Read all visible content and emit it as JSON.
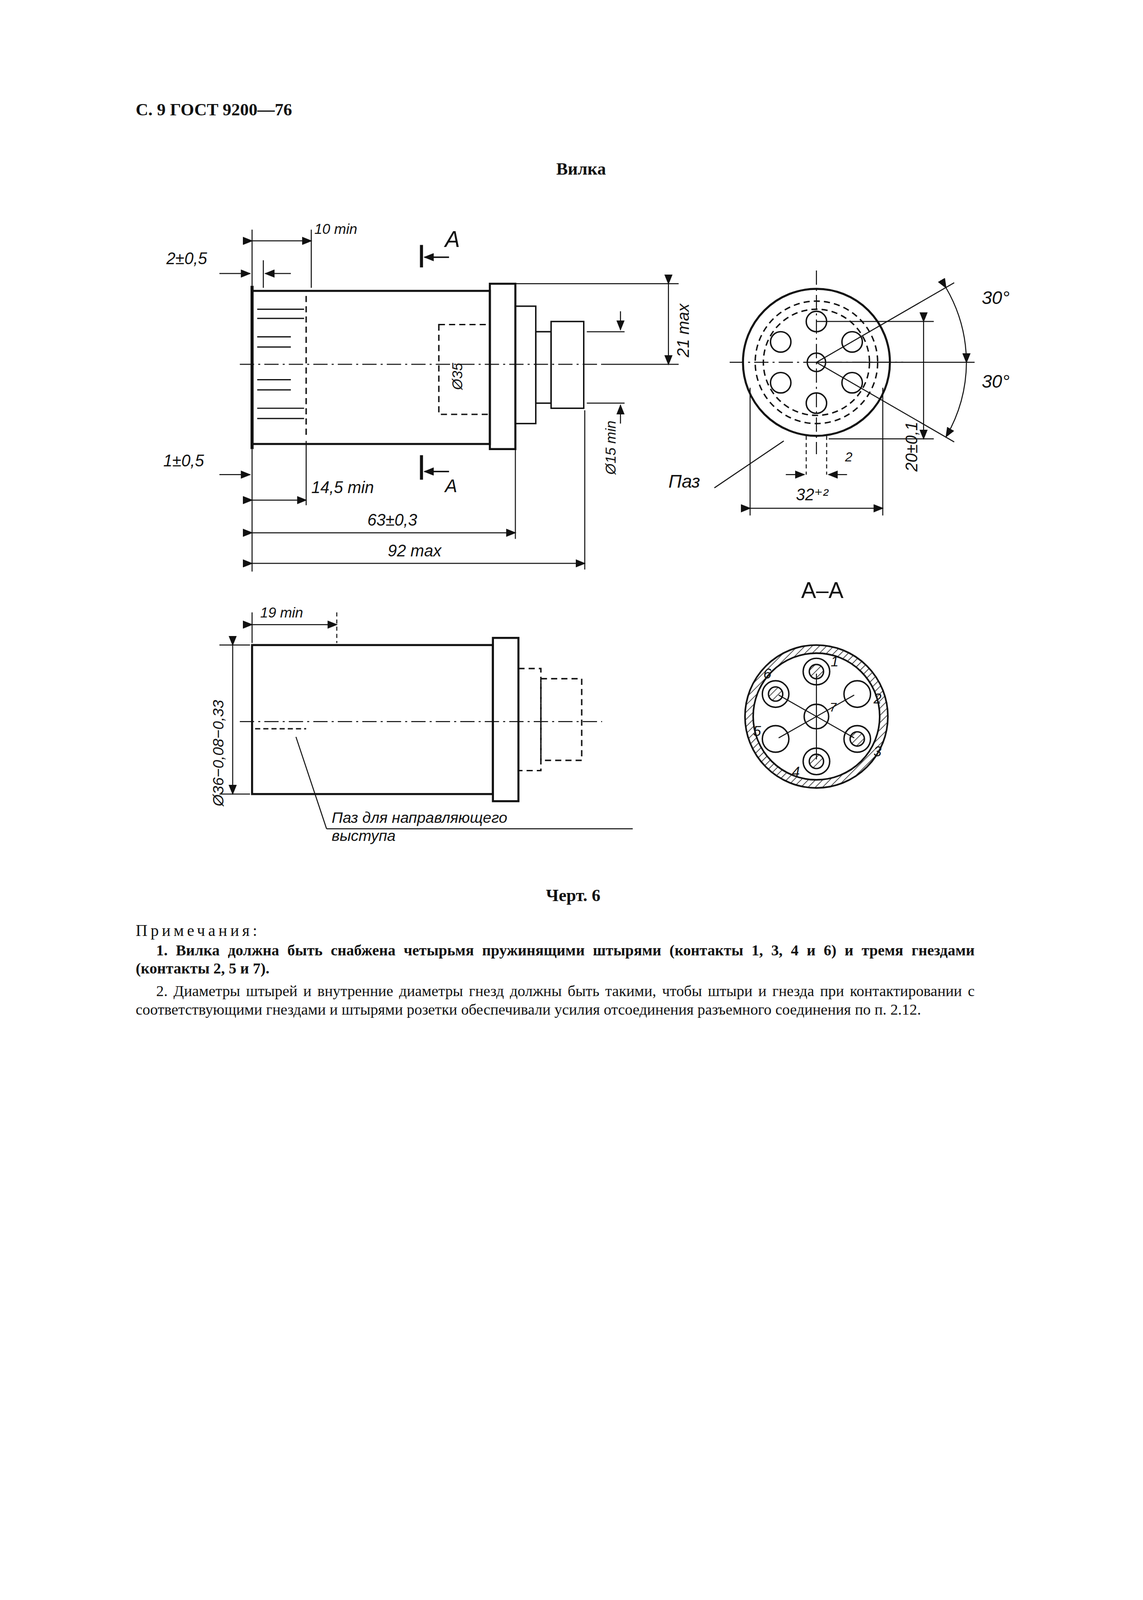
{
  "diagram": {
    "title": "Вилка",
    "caption": "Черт. 6",
    "labels": [
      "С. 9 ГОСТ 9200—76",
      "10 min",
      "A",
      "2±0,5",
      "21 max",
      "Ø35",
      "Ø15 min",
      "1±0,5",
      "A",
      "14,5 min",
      "63±0,3",
      "92 max",
      "30°",
      "30°",
      "Паз",
      "2",
      "32⁺²",
      "20±0,1",
      "A–A",
      "19 min",
      "Ø36−0,08−0,33",
      "Паз для направляющего выступа",
      "1",
      "2",
      "3",
      "4",
      "5",
      "6",
      "7",
      "Примечания:",
      "1. Вилка должна быть снабжена четырьмя пружинящими штырями (контакты 1, 3, 4 и 6) и тремя гнездами (контакты 2, 5 и 7).",
      "2. Диаметры штырей и внутренние диаметры гнезд должны быть такими, чтобы штыри и гнезда при контактировании с соответствующими гнездами и штырями розетки обеспечивали усилия отсоединения разъемного соединения по п. 2.12."
    ]
  }
}
